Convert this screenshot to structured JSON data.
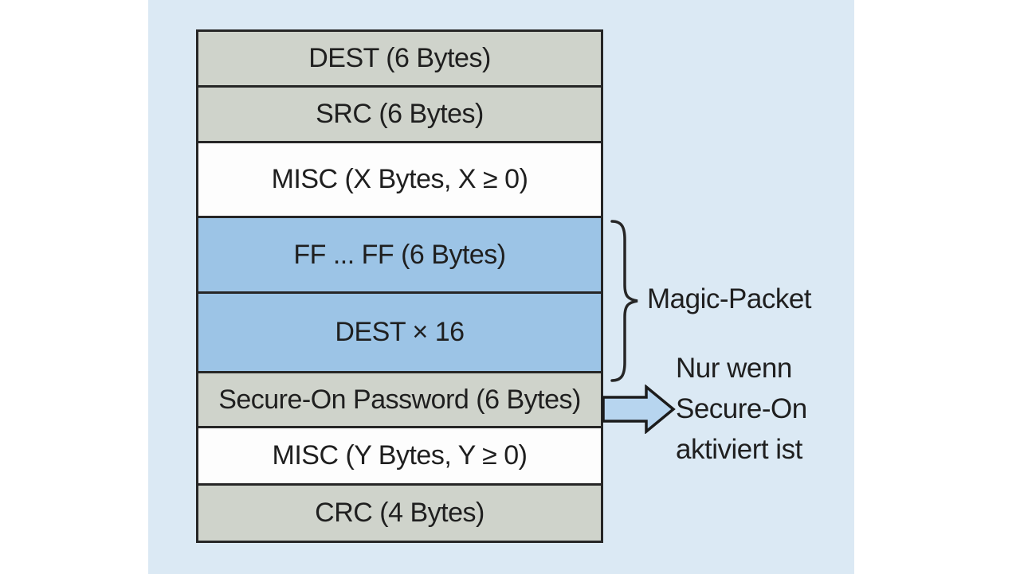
{
  "palette": {
    "page_bg": "#ffffff",
    "panel_bg": "#dbe9f4",
    "row_gray": "#cfd3cb",
    "row_white": "#fdfdfd",
    "row_blue": "#9cc4e6",
    "border_dark": "#262626",
    "arrow_fill": "#b7d5ef",
    "text_color": "#1f1f1f"
  },
  "frame_table": {
    "rows": [
      {
        "label": "DEST (6 Bytes)",
        "fill": "gray"
      },
      {
        "label": "SRC (6 Bytes)",
        "fill": "gray"
      },
      {
        "label": "MISC (X Bytes, X ≥ 0)",
        "fill": "white"
      },
      {
        "label": "FF ... FF (6 Bytes)",
        "fill": "blue"
      },
      {
        "label": "DEST × 16",
        "fill": "blue"
      },
      {
        "label": "Secure-On Password (6 Bytes)",
        "fill": "gray"
      },
      {
        "label": "MISC (Y Bytes, Y ≥ 0)",
        "fill": "white"
      },
      {
        "label": "CRC (4 Bytes)",
        "fill": "gray"
      }
    ]
  },
  "annotations": {
    "brace_label": "Magic-Packet",
    "arrow_note": {
      "line1": "Nur wenn",
      "line2": "Secure-On",
      "line3": "aktiviert ist"
    }
  }
}
